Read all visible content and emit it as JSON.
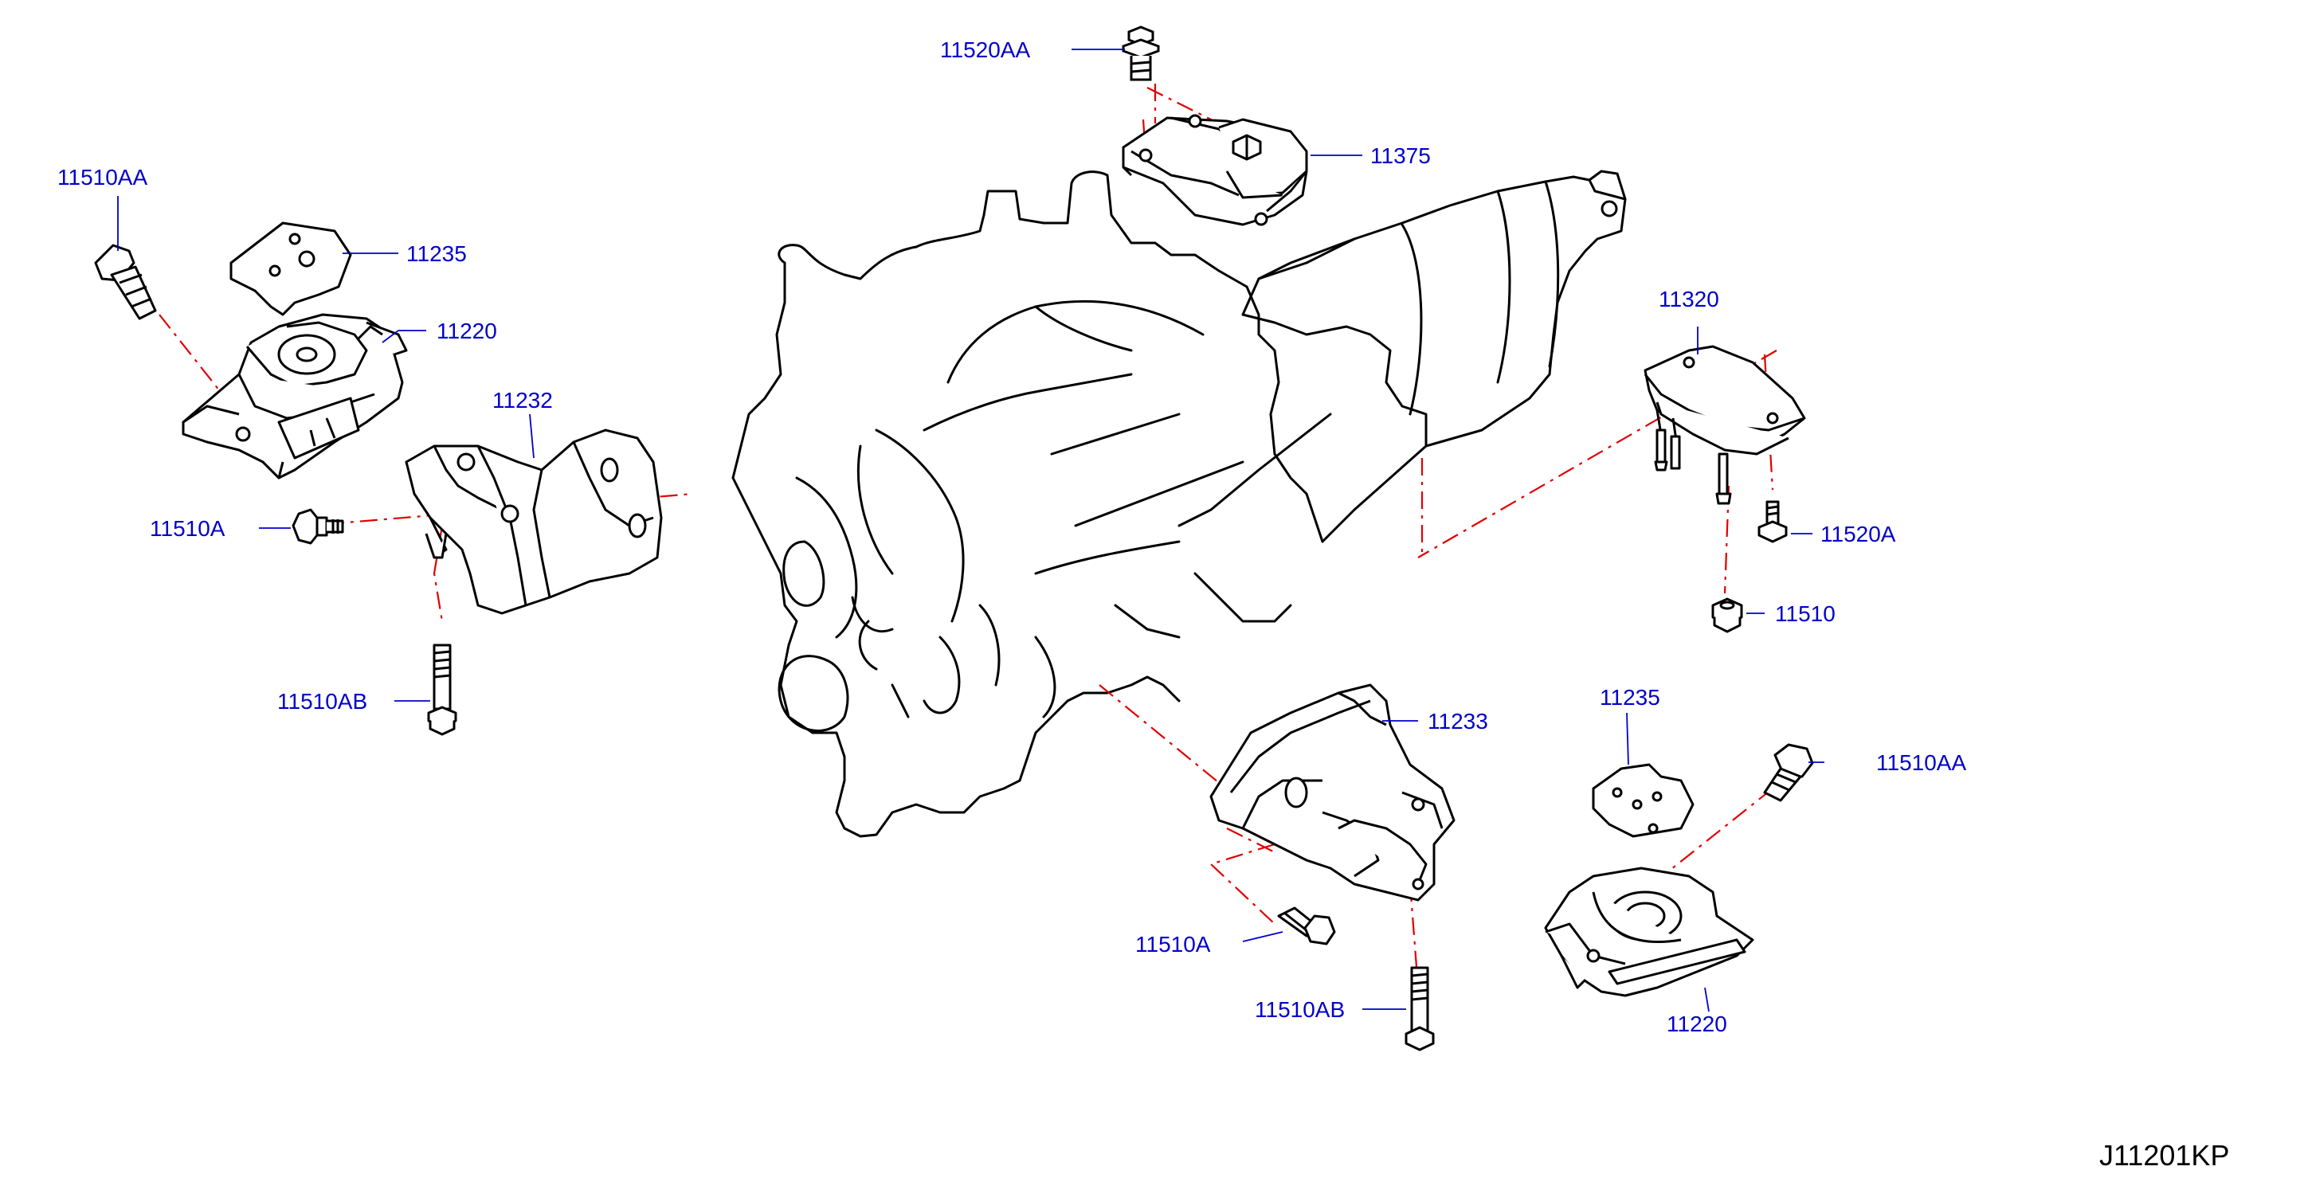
{
  "diagram": {
    "ref_code": "J11201KP",
    "colors": {
      "ink": "#000000",
      "label": "#0000cc",
      "leader": "#0000cc",
      "dashed": "#e00000",
      "bg": "#ffffff"
    },
    "labels": {
      "lbl_11520AA_top": "11520AA",
      "lbl_11375": "11375",
      "lbl_11510AA_left": "11510AA",
      "lbl_11235_left": "11235",
      "lbl_11220_left": "11220",
      "lbl_11232": "11232",
      "lbl_11510A_left": "11510A",
      "lbl_11510AB_left": "11510AB",
      "lbl_11320": "11320",
      "lbl_11520A": "11520A",
      "lbl_11510_partial": "11510",
      "lbl_11235_right": "11235",
      "lbl_11233": "11233",
      "lbl_11510AA_right": "11510AA",
      "lbl_11510A_right": "11510A",
      "lbl_11510AB_right": "11510AB",
      "lbl_11220_right": "11220"
    }
  }
}
